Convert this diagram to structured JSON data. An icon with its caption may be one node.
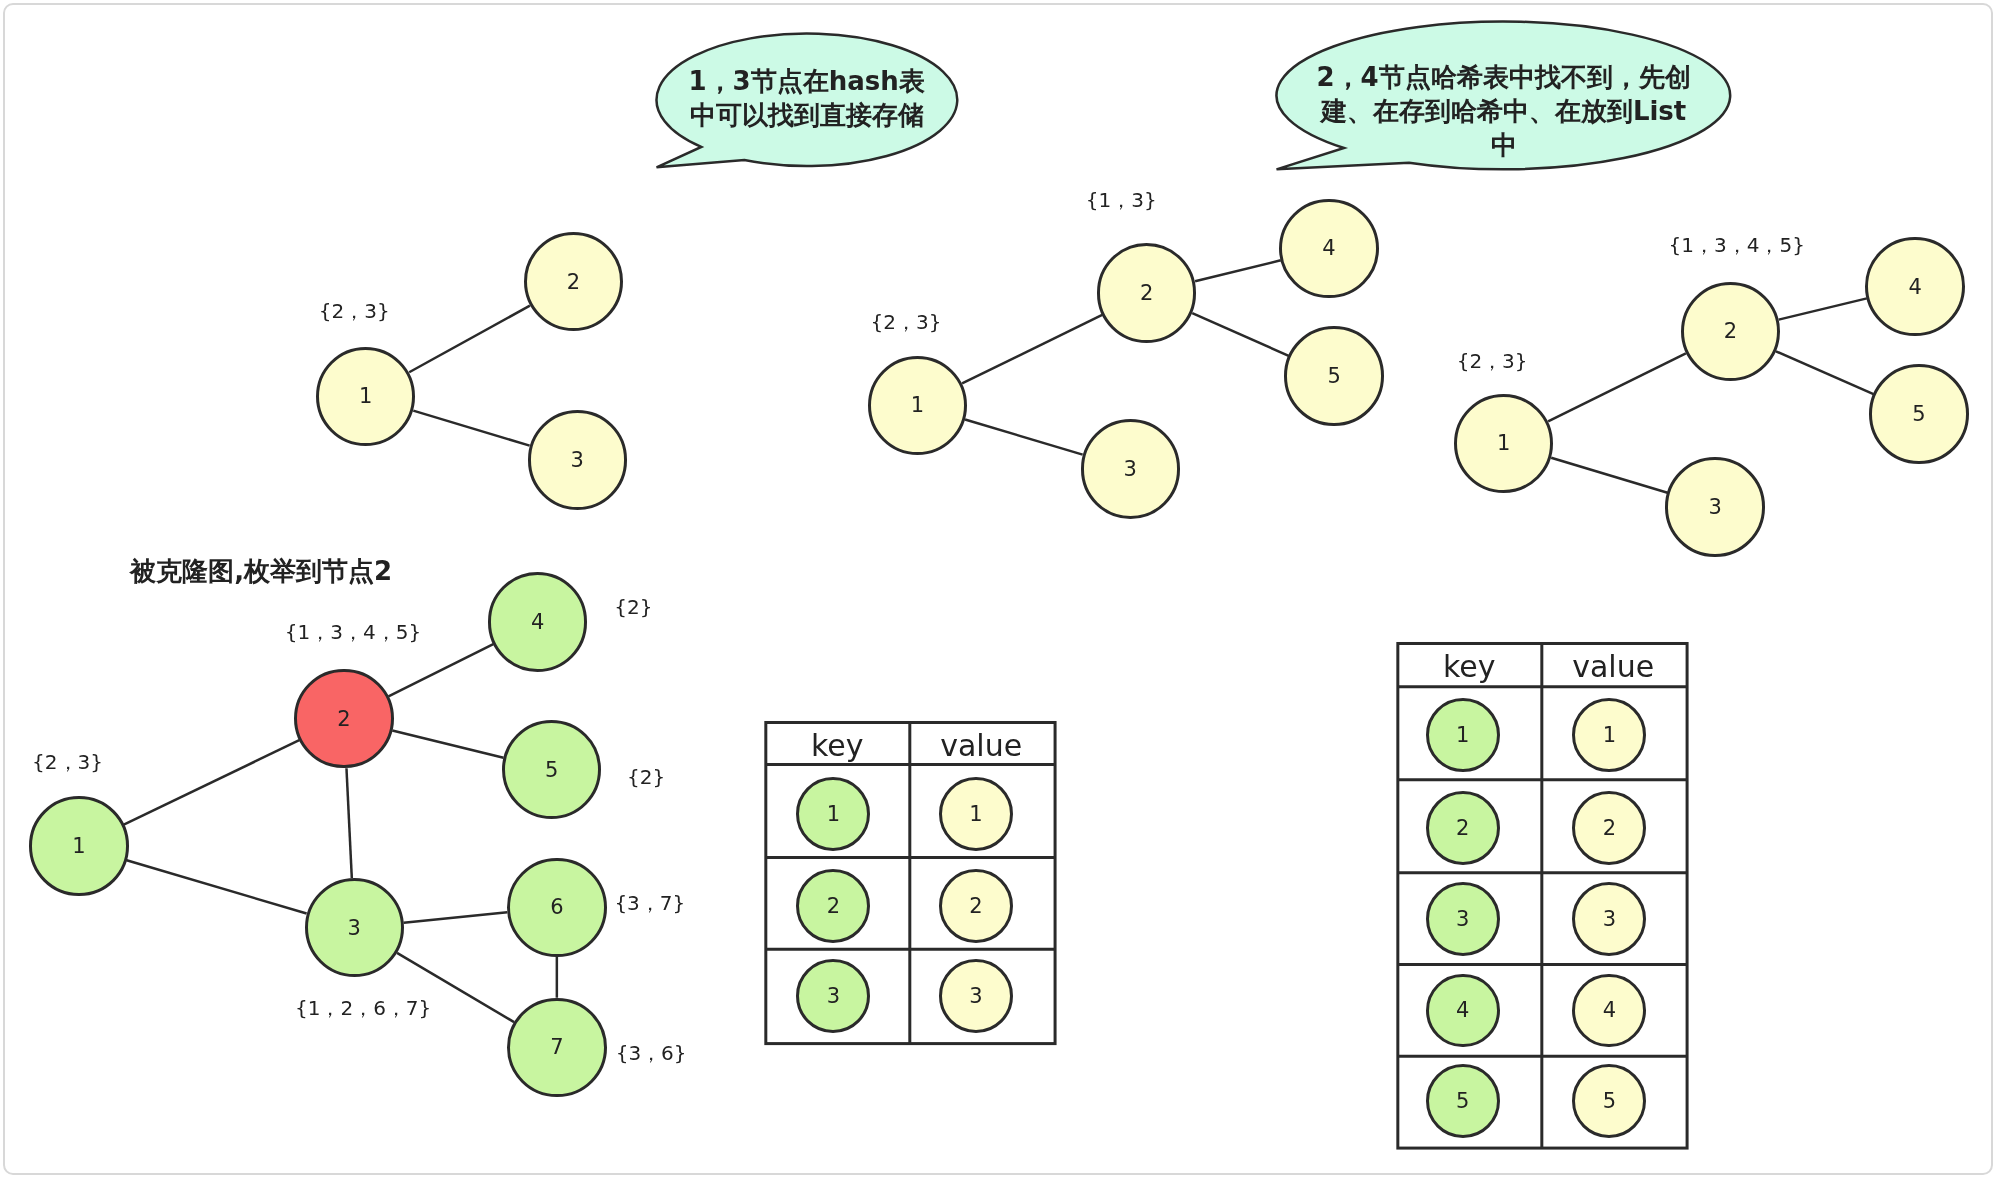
{
  "diagram": {
    "nodes": [
      {
        "text": [
          "1，3节点在hash表中可以找到直接存储"
        ]
      },
      {
        "text": [
          "2，4节点哈希表中找不到，先创建、在存到哈希中、在放到List中"
        ]
      },
      {
        "text": [
          "1"
        ],
        "beside": [
          "{2，3}"
        ]
      },
      {
        "text": [
          "2"
        ]
      },
      {
        "text": [
          "3"
        ]
      },
      {
        "text": [
          "1"
        ],
        "beside": [
          "{2，3}"
        ]
      },
      {
        "text": [
          "2"
        ],
        "beside": [
          "{1，3}"
        ]
      },
      {
        "text": [
          "3"
        ]
      },
      {
        "text": [
          "4"
        ]
      },
      {
        "text": [
          "5"
        ]
      },
      {
        "text": [
          "1"
        ],
        "beside": [
          "{2，3}"
        ]
      },
      {
        "text": [
          "2"
        ],
        "beside": [
          "{1，3，4，5}"
        ]
      },
      {
        "text": [
          "3"
        ]
      },
      {
        "text": [
          "4"
        ]
      },
      {
        "text": [
          "5"
        ]
      },
      {
        "text": [
          "1"
        ],
        "beside": [
          "{2，3}"
        ]
      },
      {
        "text": [
          "2"
        ],
        "beside": [
          "{1，3，4，5}"
        ]
      },
      {
        "text": [
          "3"
        ],
        "beside": [
          "{1，2，6，7}"
        ]
      },
      {
        "text": [
          "4"
        ],
        "beside": [
          "{2}"
        ]
      },
      {
        "text": [
          "5"
        ],
        "beside": [
          "{2}"
        ]
      },
      {
        "text": [
          "6"
        ],
        "beside": [
          "{3，7}"
        ]
      },
      {
        "text": [
          "7"
        ],
        "beside": [
          "{3，6}"
        ]
      },
      {
        "text": [
          "1"
        ]
      },
      {
        "text": [
          "1"
        ]
      },
      {
        "text": [
          "2"
        ]
      },
      {
        "text": [
          "2"
        ]
      },
      {
        "text": [
          "3"
        ]
      },
      {
        "text": [
          "3"
        ]
      },
      {
        "text": [
          "1"
        ]
      },
      {
        "text": [
          "1"
        ]
      },
      {
        "text": [
          "2"
        ]
      },
      {
        "text": [
          "2"
        ]
      },
      {
        "text": [
          "3"
        ]
      },
      {
        "text": [
          "3"
        ]
      },
      {
        "text": [
          "4"
        ]
      },
      {
        "text": [
          "4"
        ]
      },
      {
        "text": [
          "5"
        ]
      },
      {
        "text": [
          "5"
        ]
      }
    ],
    "edges": [
      {
        "from": 2,
        "to": 3,
        "arrow": "none"
      },
      {
        "from": 2,
        "to": 4,
        "arrow": "none"
      },
      {
        "from": 5,
        "to": 6,
        "arrow": "none"
      },
      {
        "from": 5,
        "to": 7,
        "arrow": "none"
      },
      {
        "from": 6,
        "to": 8,
        "arrow": "none"
      },
      {
        "from": 6,
        "to": 9,
        "arrow": "none"
      },
      {
        "from": 10,
        "to": 11,
        "arrow": "none"
      },
      {
        "from": 10,
        "to": 12,
        "arrow": "none"
      },
      {
        "from": 11,
        "to": 13,
        "arrow": "none"
      },
      {
        "from": 11,
        "to": 14,
        "arrow": "none"
      },
      {
        "from": 15,
        "to": 16,
        "arrow": "none"
      },
      {
        "from": 15,
        "to": 17,
        "arrow": "none"
      },
      {
        "from": 16,
        "to": 18,
        "arrow": "none"
      },
      {
        "from": 16,
        "to": 19,
        "arrow": "none"
      },
      {
        "from": 16,
        "to": 17,
        "arrow": "none"
      },
      {
        "from": 17,
        "to": 20,
        "arrow": "none"
      },
      {
        "from": 17,
        "to": 21,
        "arrow": "none"
      },
      {
        "from": 20,
        "to": 21,
        "arrow": "none"
      }
    ],
    "labels": [
      "被克隆图,枚举到节点2",
      "key",
      "value",
      "key",
      "value"
    ]
  }
}
